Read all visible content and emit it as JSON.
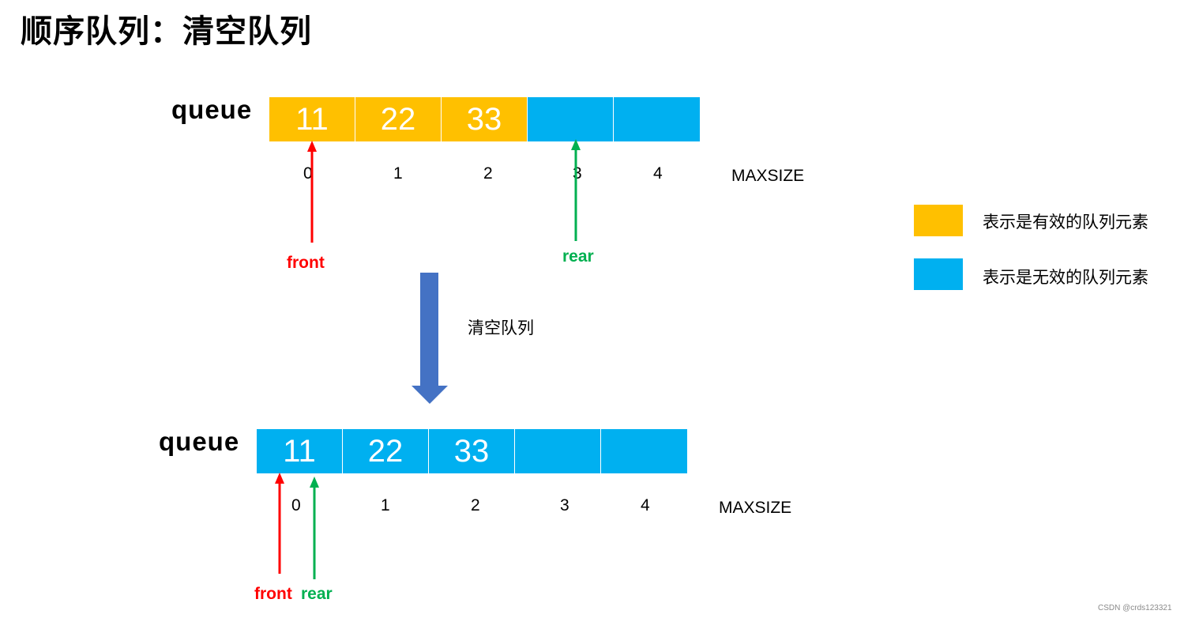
{
  "title": "顺序队列：清空队列",
  "top": {
    "queue_label": "queue",
    "cells": [
      "11",
      "22",
      "33",
      "",
      ""
    ],
    "indices": [
      "0",
      "1",
      "2",
      "3",
      "4"
    ],
    "maxsize_label": "MAXSIZE",
    "front_label": "front",
    "rear_label": "rear"
  },
  "action_label": "清空队列",
  "bottom": {
    "queue_label": "queue",
    "cells": [
      "11",
      "22",
      "33",
      "",
      ""
    ],
    "indices": [
      "0",
      "1",
      "2",
      "3",
      "4"
    ],
    "maxsize_label": "MAXSIZE",
    "front_label": "front",
    "rear_label": "rear"
  },
  "legend": {
    "valid_text": "表示是有效的队列元素",
    "invalid_text": "表示是无效的队列元素"
  },
  "colors": {
    "valid": "#ffc000",
    "invalid": "#00b0f0",
    "front_arrow": "#ff0000",
    "rear_arrow": "#00b050",
    "transition_arrow": "#4472c4"
  },
  "watermark": "CSDN @crds123321"
}
